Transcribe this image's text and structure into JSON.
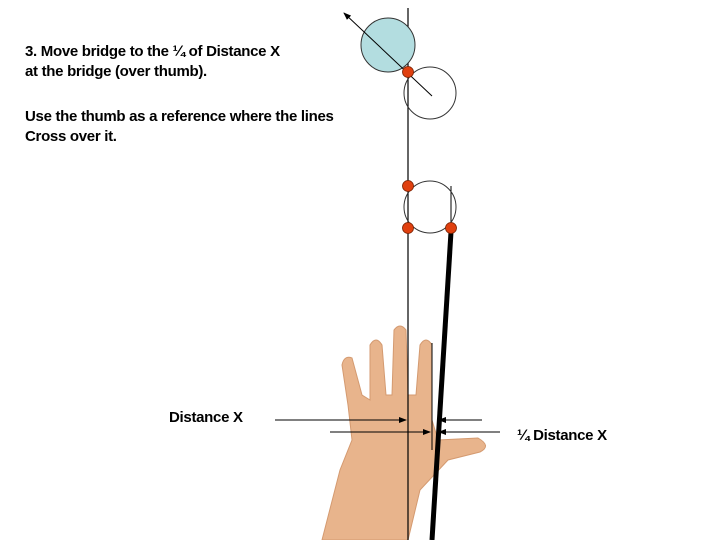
{
  "instructions": {
    "line1": "3. Move bridge to the ¼ of Distance X",
    "line2": "at the bridge (over thumb).",
    "line3": "Use the thumb as a reference where the lines",
    "line4": "Cross over it."
  },
  "labels": {
    "distance_x": "Distance X",
    "quarter_distance_x": "¼ Distance X"
  },
  "colors": {
    "marker": "#e0400f",
    "circle_fill": "#b3dde0",
    "skin": "#e8b48c"
  }
}
